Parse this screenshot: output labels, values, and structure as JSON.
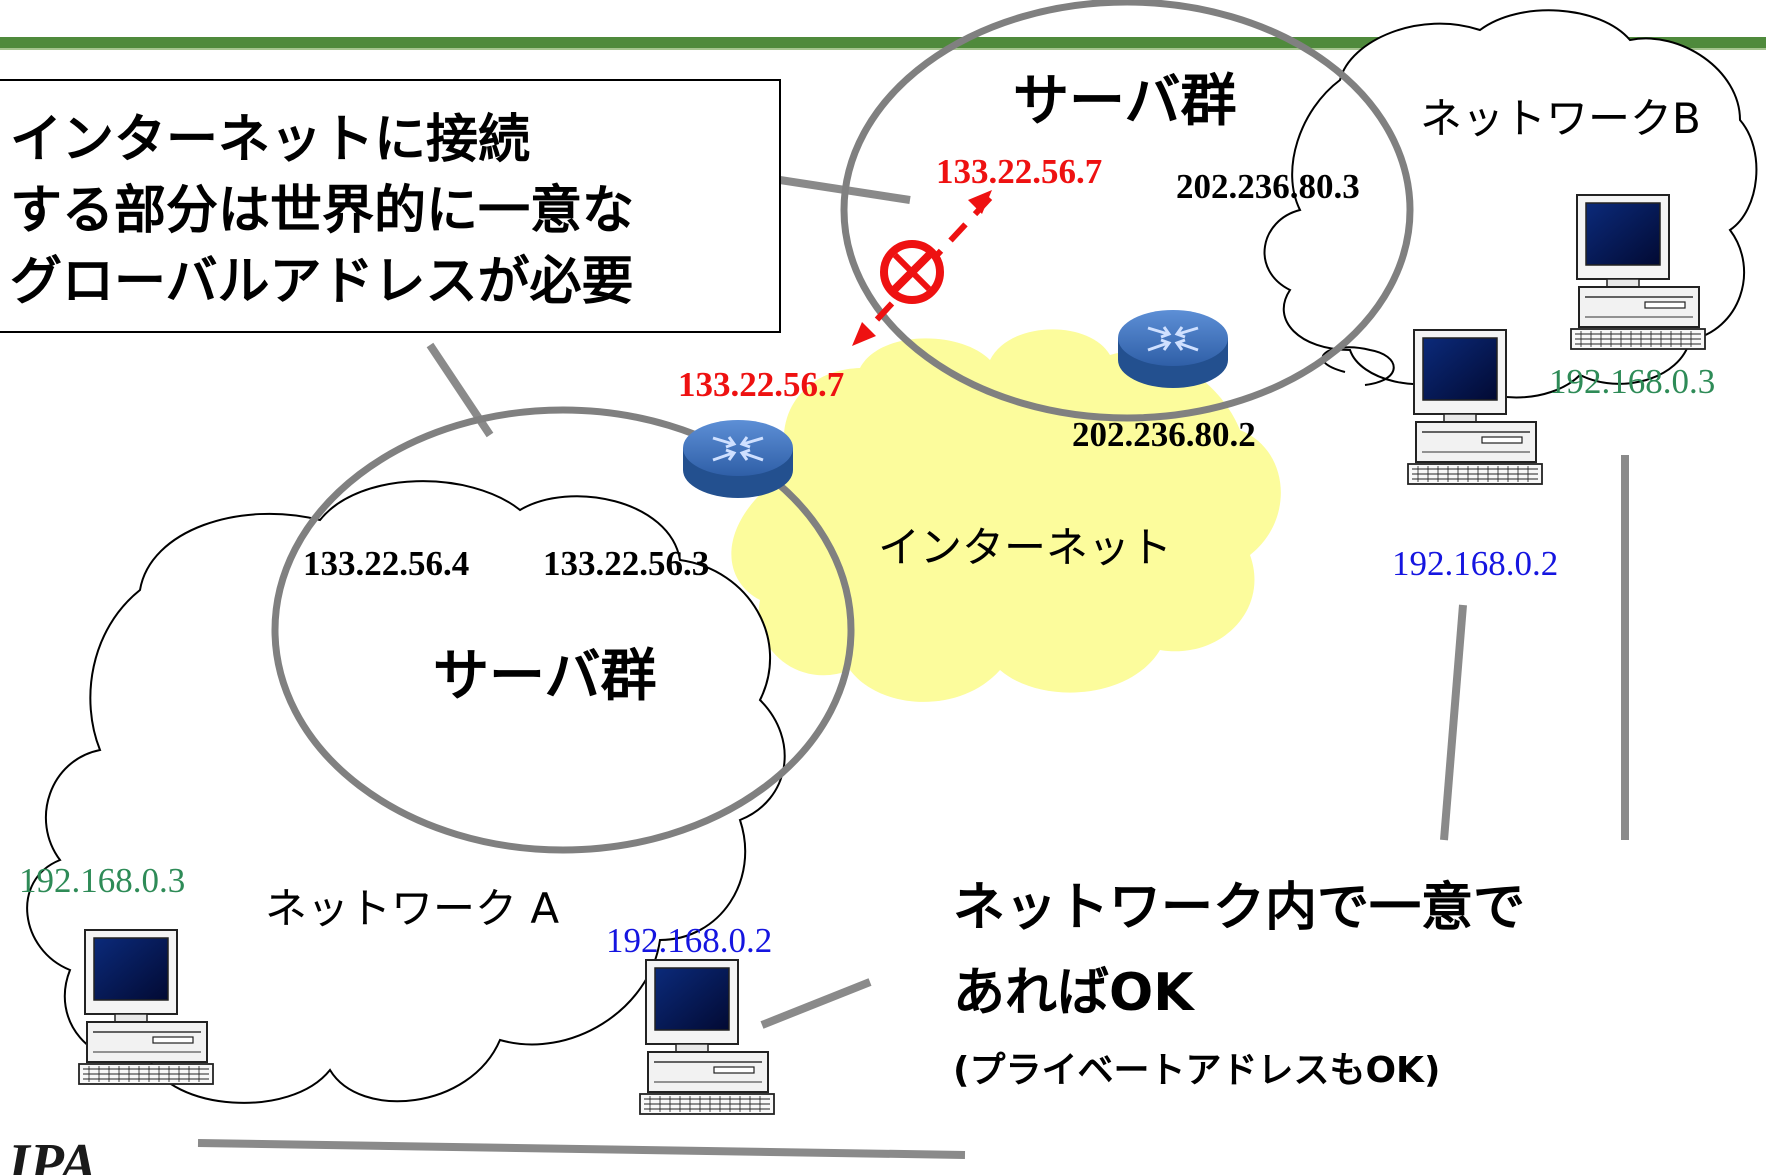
{
  "callout_global": {
    "line1": "インターネットに接続",
    "line2": "する部分は世界的に一意な",
    "line3": "グローバルアドレスが必要"
  },
  "callout_private": {
    "line1": "ネットワーク内で一意で",
    "line2": "あればOK",
    "line3": "(プライベートアドレスもOK)"
  },
  "server_group_top": {
    "label": "サーバ群",
    "ip_conflict": "133.22.56.7",
    "ip_server": "202.236.80.3"
  },
  "server_group_bottom": {
    "label": "サーバ群",
    "ip_left": "133.22.56.4",
    "ip_right": "133.22.56.3"
  },
  "router_a": {
    "ip": "133.22.56.7"
  },
  "router_b": {
    "ip": "202.236.80.2"
  },
  "internet": {
    "label": "インターネット"
  },
  "network_a": {
    "label": "ネットワーク A",
    "pc_left_ip": "192.168.0.3",
    "pc_right_ip": "192.168.0.2"
  },
  "network_b": {
    "label": "ネットワークB",
    "pc_right_ip": "192.168.0.3",
    "pc_left_ip": "192.168.0.2"
  },
  "colors": {
    "conflict": "#ee1111",
    "ip_green": "#2e8b57",
    "ip_blue": "#1515e0",
    "ellipse": "#808080",
    "internet_fill": "#fcfc9c",
    "router": "#3d6fb6"
  },
  "logo": {
    "text": "IPA"
  }
}
